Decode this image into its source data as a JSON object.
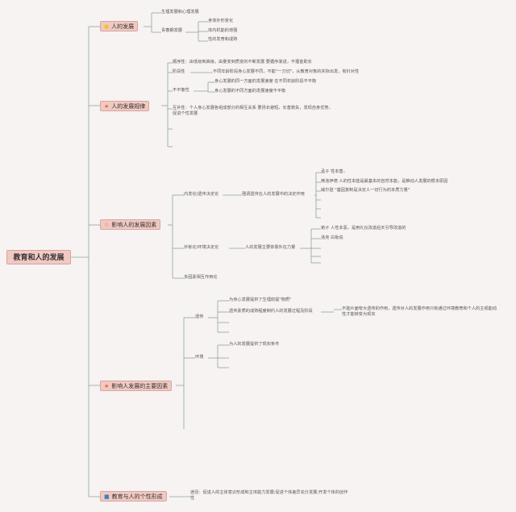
{
  "root": "教育和人的发展",
  "branches": [
    {
      "label": "人的发展",
      "icon": "sun-icon"
    },
    {
      "label": "人的发展规律",
      "icon": "star-icon"
    },
    {
      "label": "影响人的发展因素",
      "icon": "star-outline-icon"
    },
    {
      "label": "影响人发展的主要因素",
      "icon": "star-icon"
    },
    {
      "label": "教育与人的个性形成",
      "icon": "flag-icon"
    }
  ],
  "dev": {
    "a": "生理发展和心理发展",
    "b": "青春期发展",
    "b1": "身体外形变化",
    "b2": "体内机能的增强",
    "b3": "性的发育和成熟"
  },
  "law": {
    "seq": "顺序性：由低级到高级，由量变到质变的不断发展 要循序渐进，不揠苗助长",
    "stage": "阶段性",
    "stage_note": "不同年龄阶段身心发展不同，不能\"一刀切\"，从教育对象的实际出发，有针对性",
    "uneven": "不平衡性",
    "uneven1": "身心发展的同一方面的发展速度 在不同年龄阶段不平衡",
    "uneven2": "身心发展的不同方面的发展速度不平衡",
    "comp": "互补性：个人身心发展各组成部分的相互关系 要扬长避短，长善救失，发现自身优势，促进个性发展"
  },
  "factor": {
    "inner": "内发论/遗传决定论",
    "inner_note": "强调遗传在人的发展中的决定作用",
    "i1": "孟子 性本善，",
    "i2": "弗洛伊德 人的性本能是最基本的自然本能，是推动人发展的根本原因",
    "i3": "威尔逊 \"基因复制是决定人一切行为的本质力量\"",
    "outer": "外铄论/环境决定论",
    "outer_note": "人的发展主要依靠外在力量",
    "o1": "荀子 人性本恶，是用礼仪改造后天引导改造的",
    "o2": "洛克 白板说",
    "multi": "多因素相互作用论"
  },
  "main": {
    "heredity": "遗传",
    "h1": "为身心发展提供了生理前提\"物质\"",
    "h2": "遗传素质的成熟程度制约人的发展过程及阶段",
    "h3": "不能片面夸大遗传的作用，遗传对人的发展作用只有通过环境教育和个人的主观能动性才能转变为现实",
    "env": "环境",
    "e1": "为人的发展提供了现实条件"
  },
  "personality": {
    "note": "途径：促进人的主体意识形成和主体能力发展;促进个体差异充分发展;开发个体的创作性"
  }
}
